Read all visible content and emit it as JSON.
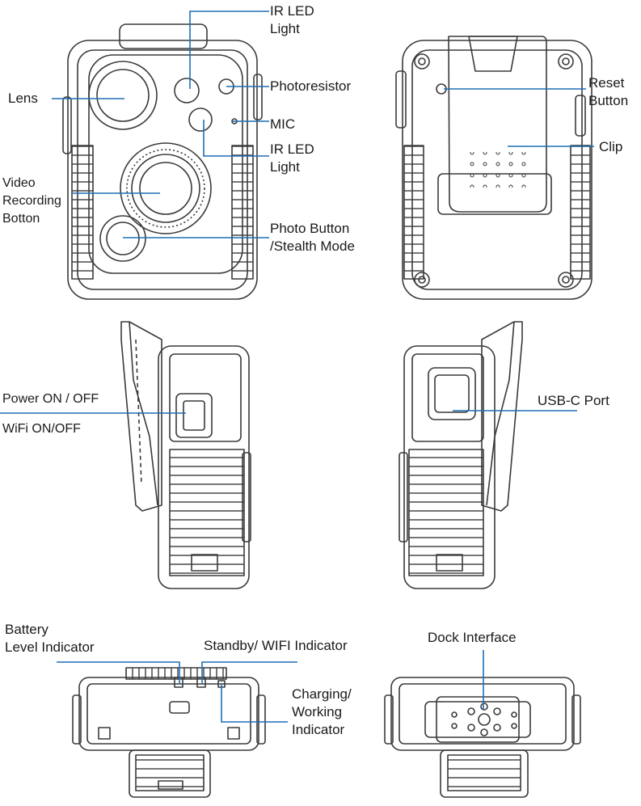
{
  "labels": {
    "ir_led_top_1": "IR LED",
    "ir_led_top_2": "Light",
    "lens": "Lens",
    "photoresistor": "Photoresistor",
    "mic": "MIC",
    "ir_led_bottom_1": "IR LED",
    "ir_led_bottom_2": "Light",
    "video_1": "Video",
    "video_2": "Recording",
    "video_3": "Botton",
    "photo_1": "Photo Button",
    "photo_2": "/Stealth Mode",
    "reset_1": "Reset",
    "reset_2": "Button",
    "clip": "Clip",
    "power": "Power ON / OFF",
    "wifi": "WiFi ON/OFF",
    "usbc": "USB-C Port",
    "battery_1": "Battery",
    "battery_2": "Level Indicator",
    "standby": "Standby/ WIFI Indicator",
    "charging_1": "Charging/",
    "charging_2": "Working",
    "charging_3": "Indicator",
    "dock": "Dock Interface"
  },
  "colors": {
    "outline": "#3a3a3a",
    "leader": "#1e6fb5"
  }
}
